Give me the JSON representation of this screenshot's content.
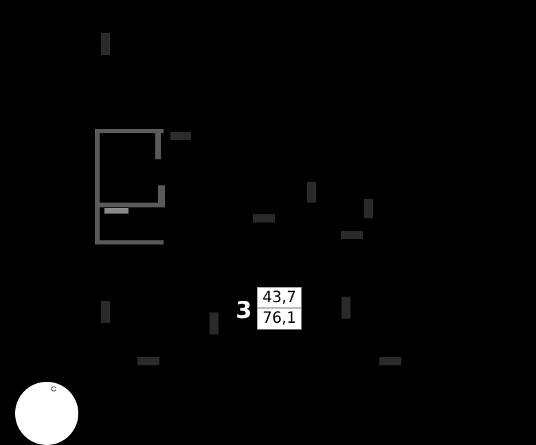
{
  "unit": {
    "rooms": "3",
    "living_area": "43,7",
    "total_area": "76,1"
  },
  "compass": {
    "label": "С"
  }
}
